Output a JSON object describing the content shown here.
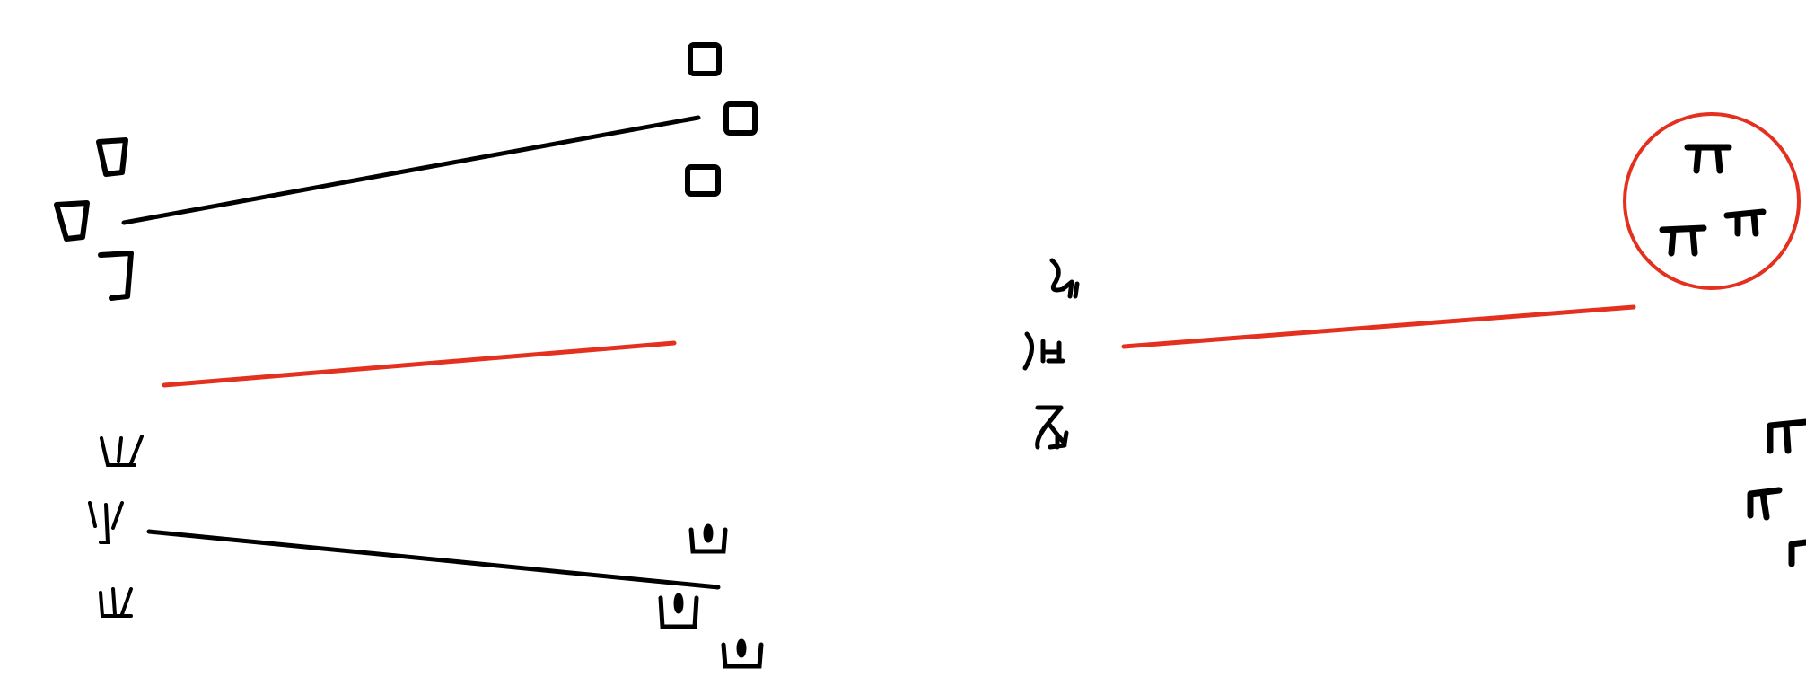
{
  "colors": {
    "background": "#ffffff",
    "ink": "#000000",
    "highlight": "#e3301f"
  },
  "diagram": {
    "description_visible_text": "",
    "groups": [
      {
        "id": "g1",
        "icon": "cup-glyph-cluster",
        "count": 3
      },
      {
        "id": "g2",
        "icon": "square-glyph-cluster",
        "count": 3
      },
      {
        "id": "g3",
        "icon": "fork-glyph-cluster",
        "count": 3
      },
      {
        "id": "g4",
        "icon": "crown-glyph-cluster",
        "count": 3
      },
      {
        "id": "g5",
        "icon": "script-glyph-cluster",
        "count": 3
      },
      {
        "id": "g6",
        "icon": "pi-glyph-cluster",
        "count": 3,
        "circled": true
      },
      {
        "id": "g7",
        "icon": "arch-glyph-cluster",
        "count": 3
      }
    ],
    "connections": [
      {
        "from": "g1",
        "to": "g2",
        "color": "ink"
      },
      {
        "from": "g3",
        "to": "g4",
        "color": "ink"
      },
      {
        "from": "g5",
        "to": "g6",
        "color": "highlight"
      }
    ],
    "stray_lines": [
      {
        "color": "highlight"
      }
    ]
  }
}
